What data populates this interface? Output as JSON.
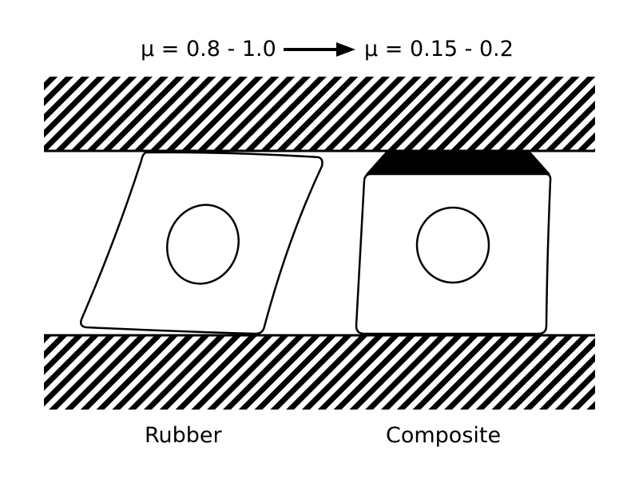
{
  "header": {
    "before_text": "μ = 0.8 - 1.0",
    "after_text": "μ = 0.15 - 0.2"
  },
  "labels": {
    "rubber": "Rubber",
    "composite": "Composite"
  },
  "colors": {
    "stroke": "#000000",
    "background": "#ffffff",
    "hatch": "#000000"
  },
  "icons": {
    "arrow": "right-arrow-icon"
  }
}
